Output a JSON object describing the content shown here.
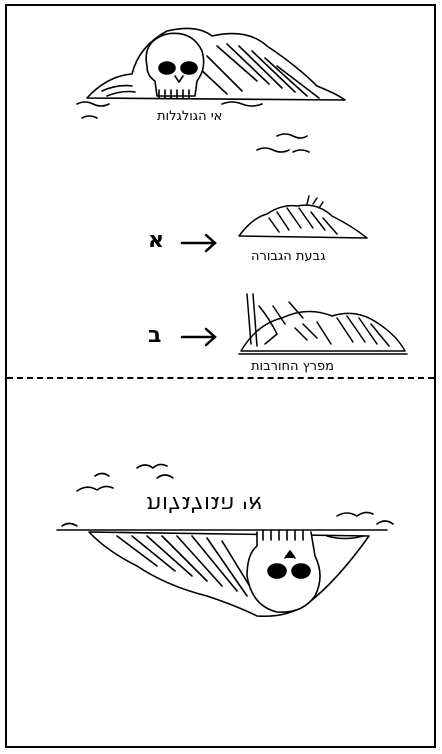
{
  "top_panel": {
    "island_label": "אי הגולגלות",
    "options": [
      {
        "letter": "א",
        "caption": "גבעת הגבורה"
      },
      {
        "letter": "ב",
        "caption": "מפרץ החורבות"
      }
    ]
  },
  "bottom_panel": {
    "mirrored_label": "אי הגולגלות"
  }
}
